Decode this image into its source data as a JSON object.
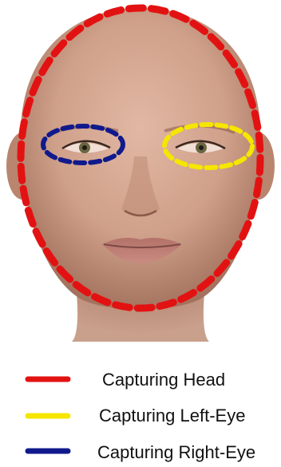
{
  "colors": {
    "head": "#e31212",
    "left_eye": "#f6e600",
    "right_eye": "#101a8c",
    "skin": "#c9937a",
    "background": "#ffffff"
  },
  "legend": [
    {
      "label": "Capturing Head",
      "color": "#e31212"
    },
    {
      "label": "Capturing Left-Eye",
      "color": "#f6e600"
    },
    {
      "label": "Capturing Right-Eye",
      "color": "#101a8c"
    }
  ]
}
